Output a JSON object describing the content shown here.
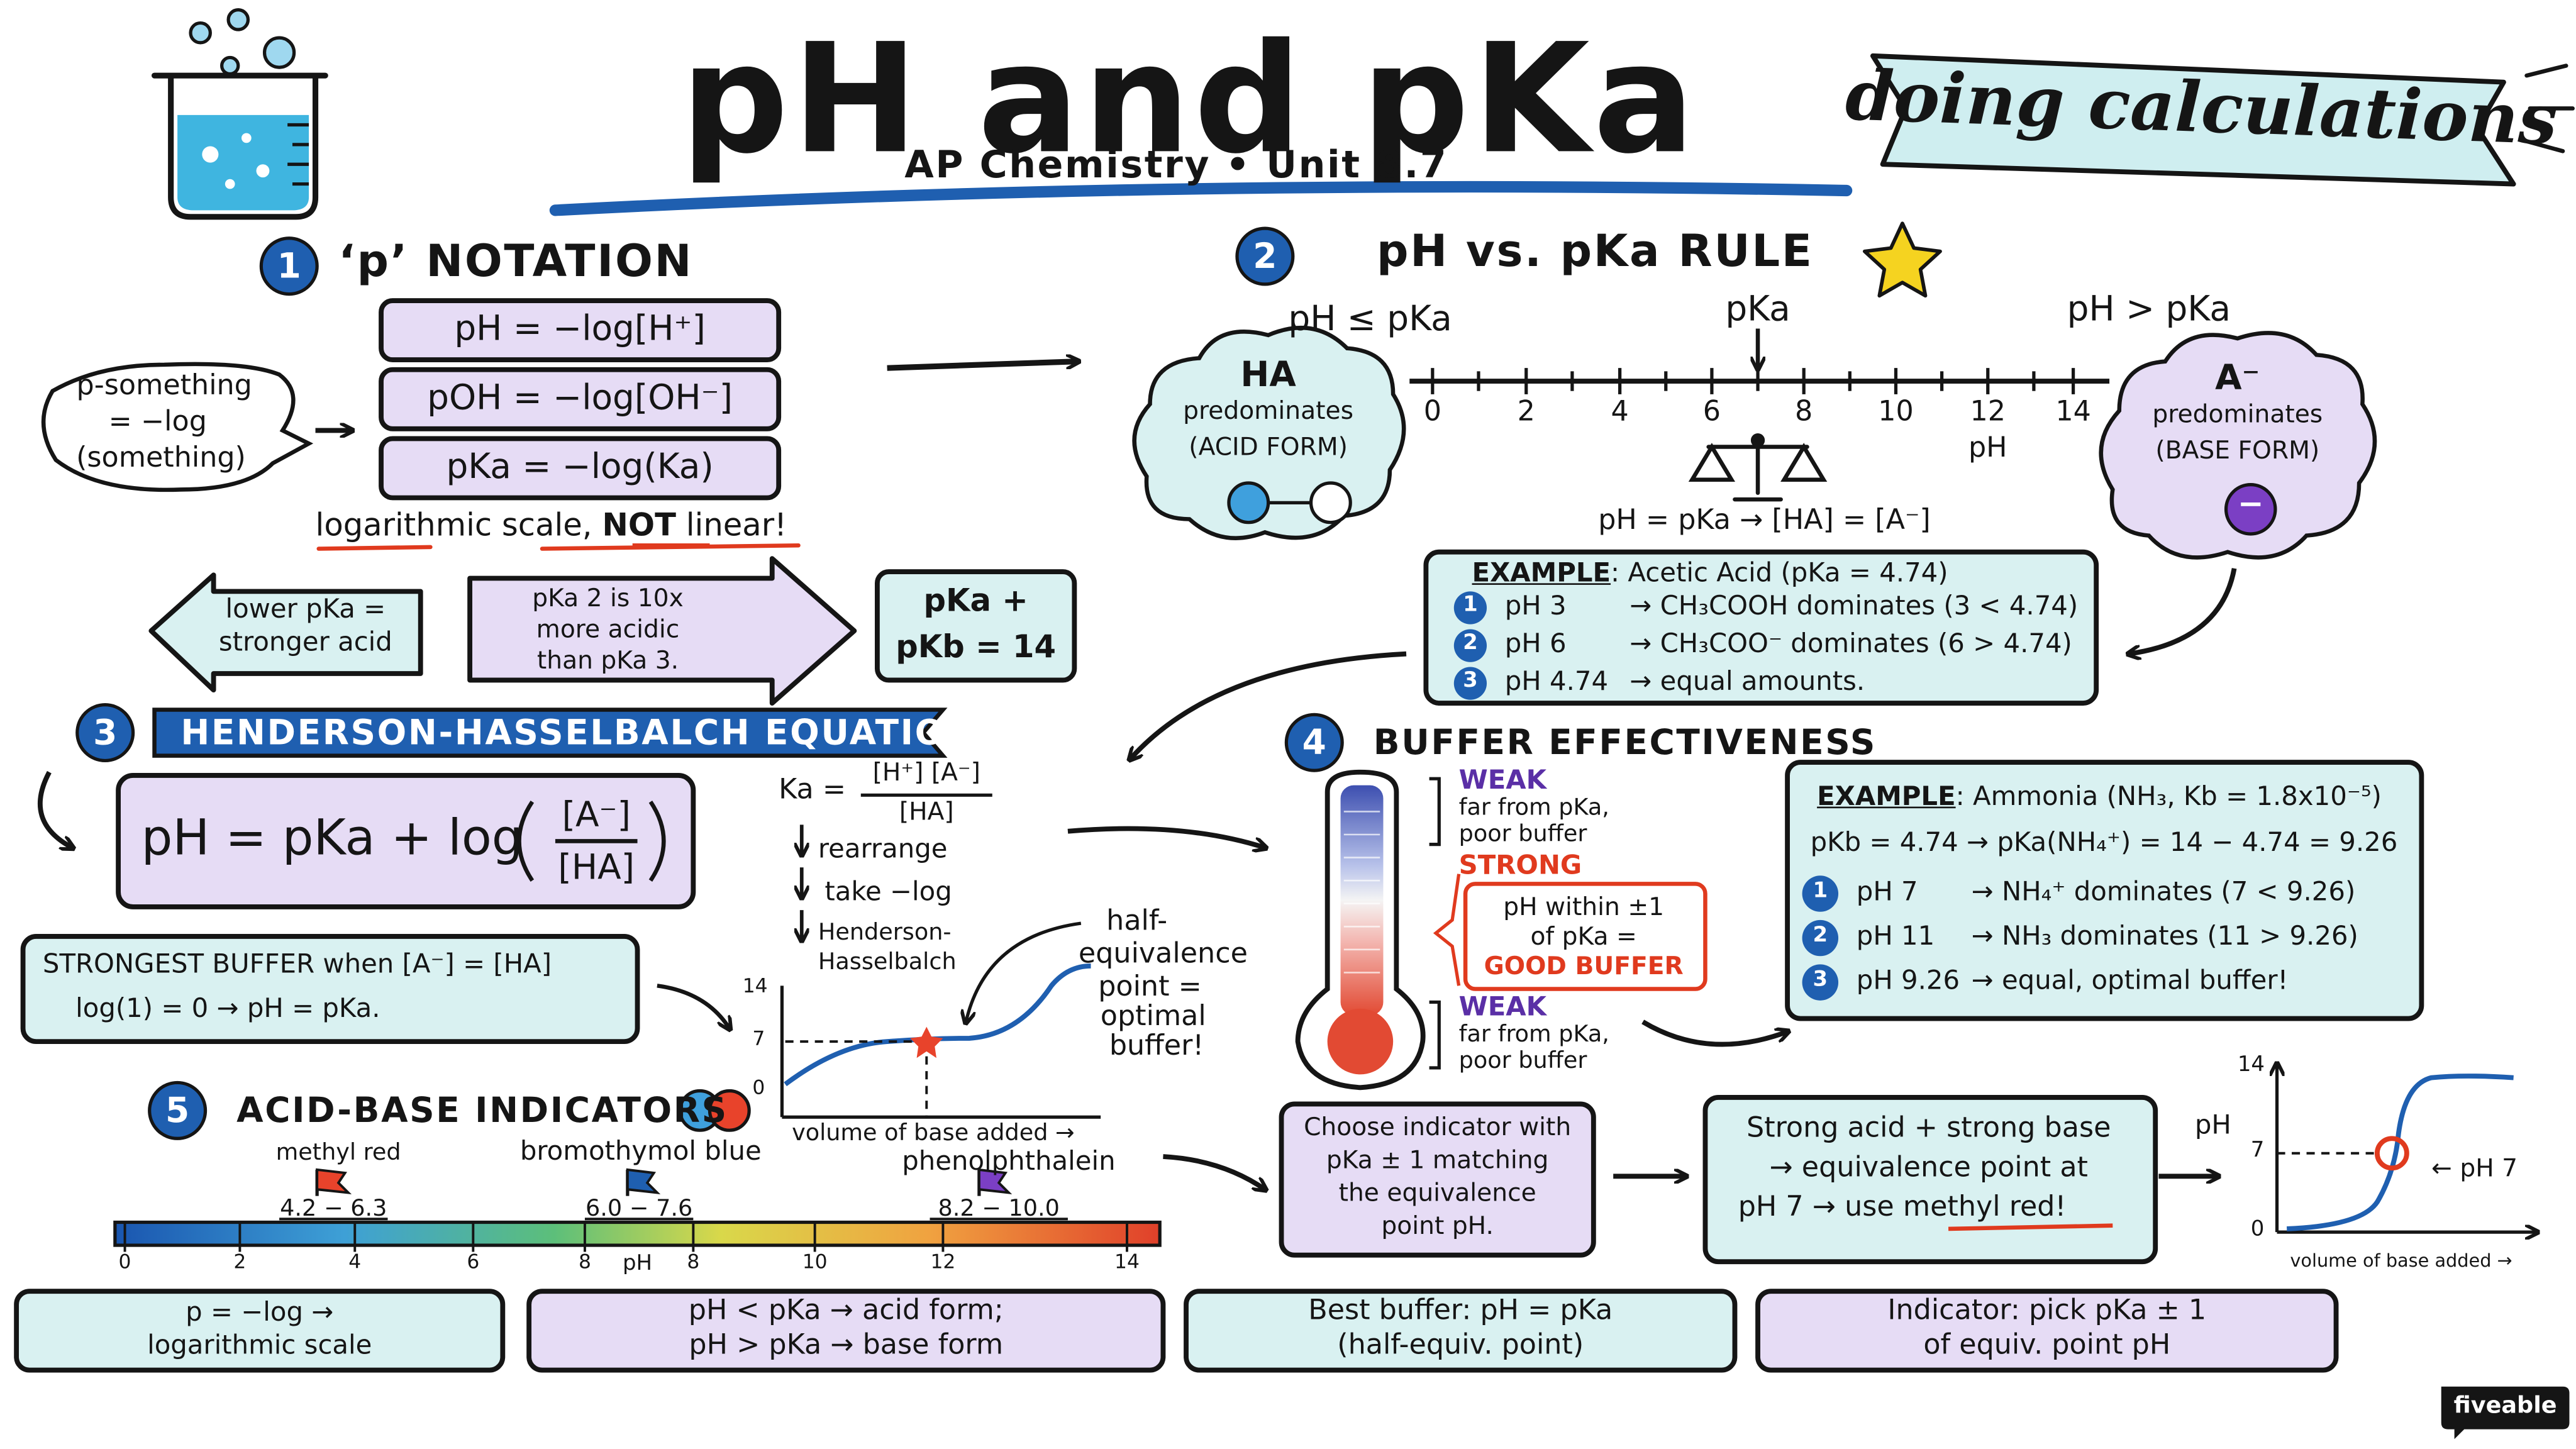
{
  "header": {
    "title": "pH and pKa",
    "subtitle": "AP Chemistry • Unit 8.7",
    "banner": "doing calculations"
  },
  "section1": {
    "number": "1",
    "heading": "‘p’ NOTATION",
    "bubble": [
      "p-something",
      "= −log",
      "(something)"
    ],
    "formulas": [
      "pH = −log[H⁺]",
      "pOH = −log[OH⁻]",
      "pKa = −log(Ka)"
    ],
    "note_prefix": "logarithmic scale, ",
    "note_emph": "NOT",
    "note_suffix": " linear!",
    "left_arrow": [
      "lower pKa =",
      "stronger acid"
    ],
    "right_arrow": [
      "pKa 2 is 10x",
      "more acidic",
      "than pKa 3."
    ],
    "sum_box": [
      "pKa +",
      "pKb = 14"
    ]
  },
  "section2": {
    "number": "2",
    "heading": "pH vs. pKa RULE",
    "left_label": "pH ≤ pKa",
    "center_label": "pKa",
    "right_label": "pH > pKa",
    "scale_ticks": [
      "0",
      "2",
      "4",
      "6",
      "8",
      "10",
      "12",
      "14"
    ],
    "scale_axis": "pH",
    "acid_cloud": [
      "HA",
      "predominates",
      "(ACID FORM)"
    ],
    "base_cloud": [
      "A⁻",
      "predominates",
      "(BASE FORM)"
    ],
    "base_symbol": "−",
    "equality": "pH = pKa → [HA] = [A⁻]",
    "example_label": "EXAMPLE",
    "example_title": ": Acetic Acid (pKa = 4.74)",
    "example_rows": [
      {
        "n": "1",
        "ph": "pH 3",
        "result": "→ CH₃COOH dominates (3 < 4.74)"
      },
      {
        "n": "2",
        "ph": "pH 6",
        "result": "→ CH₃COO⁻ dominates (6 > 4.74)"
      },
      {
        "n": "3",
        "ph": "pH 4.74",
        "result": "→ equal amounts."
      }
    ]
  },
  "section3": {
    "number": "3",
    "heading": "HENDERSON-HASSELBALCH EQUATION",
    "eq_left": "pH = pKa + log",
    "eq_num": "[A⁻]",
    "eq_den": "[HA]",
    "derivation": {
      "ka_label": "Ka =",
      "ka_num": "[H⁺] [A⁻]",
      "ka_den": "[HA]",
      "steps": [
        "rearrange",
        "take −log",
        "Henderson-",
        "Hasselbalch"
      ]
    },
    "strongest_line1": "STRONGEST BUFFER when [A⁻] = [HA]",
    "strongest_line2": "log(1) = 0   →   pH = pKa.",
    "curve_annotation": [
      "half-",
      "equivalence",
      "point =",
      "optimal",
      "buffer!"
    ],
    "curve_ylabels": [
      "14",
      "7",
      "0"
    ],
    "curve_xlabel": "volume of base added →"
  },
  "section4": {
    "number": "4",
    "heading": "BUFFER EFFECTIVENESS",
    "weak_top": "WEAK",
    "weak_top_desc": [
      "far from pKa,",
      "poor buffer"
    ],
    "strong": "STRONG",
    "strong_box": [
      "pH within ±1",
      "of pKa =",
      "GOOD BUFFER"
    ],
    "weak_bottom": "WEAK",
    "weak_bottom_desc": [
      "far from pKa,",
      "poor buffer"
    ],
    "example_label": "EXAMPLE",
    "example_title": ": Ammonia (NH₃, Kb = 1.8x10⁻⁵)",
    "example_calc": "pKb = 4.74 → pKa(NH₄⁺) = 14 − 4.74 = 9.26",
    "example_rows": [
      {
        "n": "1",
        "ph": "pH 7",
        "result": "→ NH₄⁺ dominates (7 < 9.26)"
      },
      {
        "n": "2",
        "ph": "pH 11",
        "result": "→ NH₃ dominates (11 > 9.26)"
      },
      {
        "n": "3",
        "ph": "pH 9.26",
        "result": "→ equal, optimal buffer!"
      }
    ]
  },
  "section5": {
    "number": "5",
    "heading": "ACID-BASE INDICATORS",
    "indicators": [
      {
        "name": "methyl red",
        "range": "4.2 − 6.3",
        "color": "#e8432b"
      },
      {
        "name": "bromothymol blue",
        "range": "6.0 − 7.6",
        "color": "#1f5fb0"
      },
      {
        "name": "phenolphthalein",
        "range": "8.2 − 10.0",
        "color": "#7b3fc4"
      }
    ],
    "scale_ticks": [
      "0",
      "2",
      "4",
      "6",
      "8",
      "8",
      "10",
      "12",
      "14"
    ],
    "scale_axis": "pH",
    "choose_box": [
      "Choose indicator with",
      "pKa ± 1 matching",
      "the equivalence",
      "point pH."
    ],
    "strong_box": [
      "Strong acid + strong base",
      "→ equivalence point at",
      "pH 7 → use "
    ],
    "strong_emph": "methyl red!",
    "graph_ylabels": [
      "14",
      "7",
      "0"
    ],
    "graph_axis": "pH",
    "graph_marker": "← pH 7",
    "graph_xlabel": "volume of base added →"
  },
  "summary": [
    [
      "p = −log →",
      "logarithmic scale"
    ],
    [
      "pH < pKa → acid form;",
      "pH > pKa → base form"
    ],
    [
      "Best buffer: pH = pKa",
      "(half-equiv. point)"
    ],
    [
      "Indicator: pick pKa ± 1",
      "of equiv. point pH"
    ]
  ],
  "brand": "fiveable",
  "colors": {
    "ink": "#151515",
    "lavender": "#e6dcf5",
    "mint": "#d9f1f1",
    "blue": "#1f5fb0",
    "banner": "#cfeef0",
    "red": "#e03a1e",
    "purple": "#5a2fa6"
  }
}
